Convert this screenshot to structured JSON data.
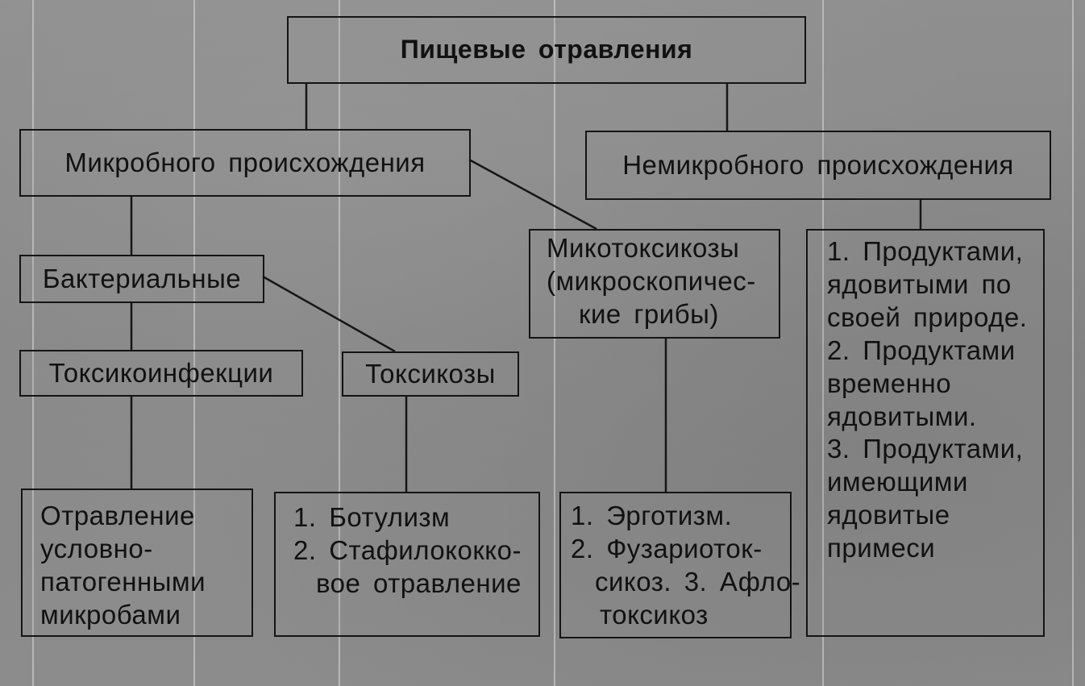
{
  "diagram": {
    "root": "Пищевые отравления",
    "microbial": "Микробного происхождения",
    "nonmicrobial": "Немикробного происхождения",
    "bacterial": "Бактериальные",
    "toxicoinfections": "Токсикоинфекции",
    "toxicoses": "Токсикозы",
    "mycotoxicoses": [
      "Микотоксикозы",
      "(микроскопичес-",
      "кие грибы)"
    ],
    "nonmicrobial_items": [
      "1. Продуктами,",
      "ядовитыми по",
      "своей природе.",
      "2. Продуктами",
      "временно",
      "ядовитыми.",
      "3. Продуктами,",
      "имеющими",
      "ядовитые",
      "примеси"
    ],
    "toxicoinfection_leaf": [
      "Отравление",
      "условно-",
      "патогенными",
      "микробами"
    ],
    "toxicosis_leaf": [
      "1. Ботулизм",
      "2. Стафилококко-",
      "вое отравление"
    ],
    "mycotoxicosis_leaf": [
      "1. Эрготизм.",
      "2. Фузариоток-",
      "сикоз. 3. Афло-",
      "токсикоз"
    ]
  }
}
